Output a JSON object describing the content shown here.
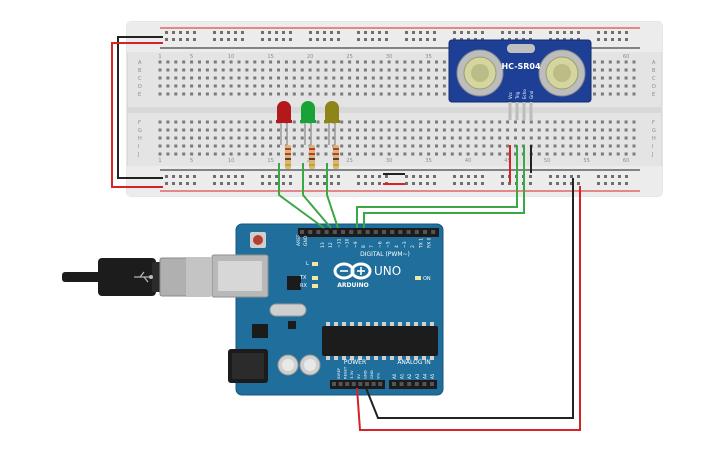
{
  "breadboard": {
    "column_numbers": [
      "1",
      "5",
      "10",
      "15",
      "20",
      "25",
      "30",
      "35",
      "40",
      "45",
      "50",
      "55",
      "60"
    ],
    "row_letters_top": [
      "A",
      "B",
      "C",
      "D",
      "E"
    ],
    "row_letters_bottom": [
      "F",
      "G",
      "H",
      "I",
      "J"
    ]
  },
  "sensor": {
    "model": "HC-SR04",
    "pins": [
      "Vcc",
      "Trig",
      "Echo",
      "Gnd"
    ]
  },
  "leds": [
    {
      "name": "red",
      "color": "#b3191b"
    },
    {
      "name": "green",
      "color": "#17a336"
    },
    {
      "name": "yellow",
      "color": "#8f8418"
    }
  ],
  "arduino": {
    "brand": "ARDUINO",
    "model": "UNO",
    "digital_label": "DIGITAL (PWM~)",
    "power_label": "POWER",
    "analog_label": "ANALOG IN",
    "on_label": "ON",
    "l_label": "L",
    "tx_label": "TX",
    "rx_label": "RX",
    "aref": "AREF",
    "gnd": "GND",
    "digital_pins": [
      "13",
      "12",
      "~11",
      "~10",
      "~9",
      "8",
      "7",
      "~6",
      "~5",
      "4",
      "~3",
      "2",
      "TX 1",
      "RX 0"
    ],
    "power_pins": [
      "IOREF",
      "RESET",
      "3.3V",
      "5V",
      "GND",
      "GND",
      "Vin"
    ],
    "analog_pins": [
      "A0",
      "A1",
      "A2",
      "A3",
      "A4",
      "A5"
    ]
  },
  "colors": {
    "board_blue": "#1f6e9b",
    "breadboard": "#e8e8e8",
    "wire_green": "#3aa845",
    "wire_red": "#d42427",
    "wire_black": "#222222",
    "resistor": "#d7b676"
  }
}
